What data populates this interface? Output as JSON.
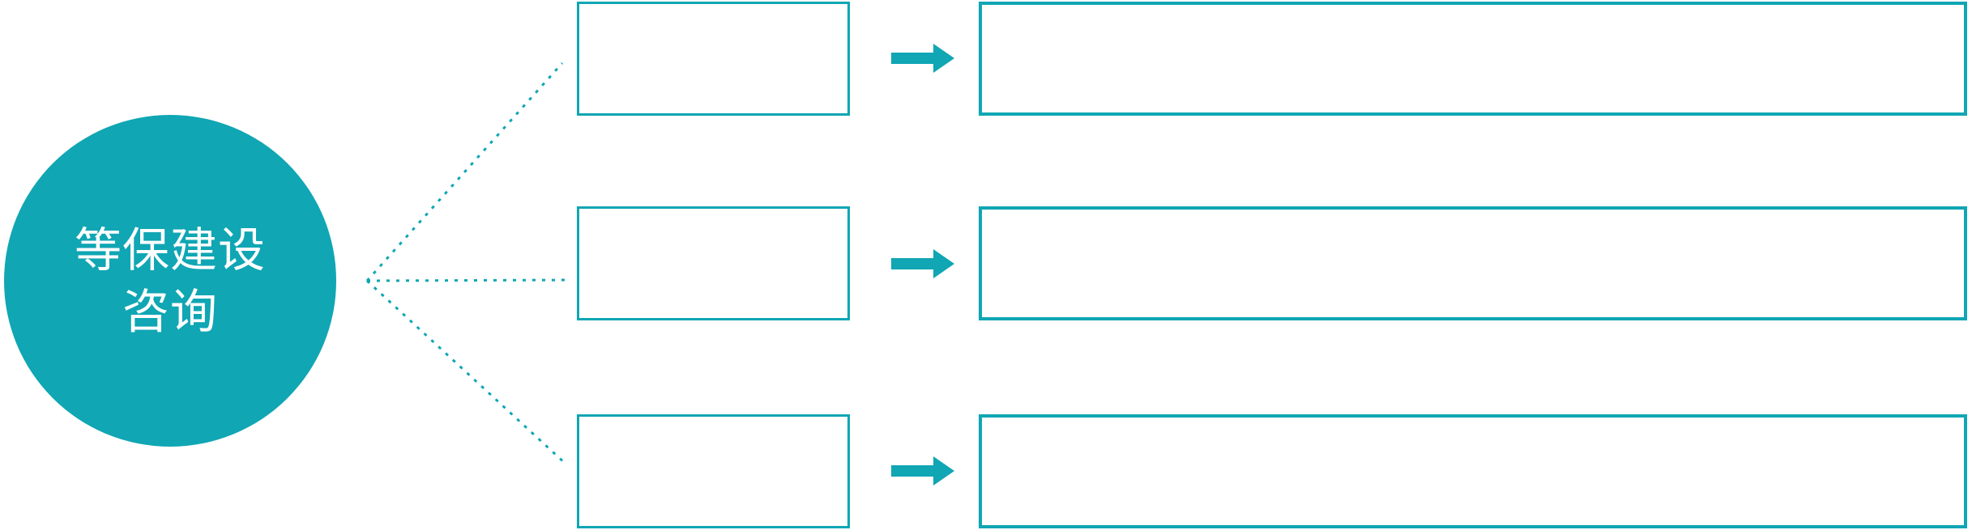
{
  "colors": {
    "accent": "#10a6b4",
    "background": "#ffffff",
    "circle_text": "#ffffff"
  },
  "root": {
    "label_line1": "等保建设",
    "label_line2": "咨询"
  },
  "branches": [
    {
      "box_label": "",
      "detail_label": ""
    },
    {
      "box_label": "",
      "detail_label": ""
    },
    {
      "box_label": "",
      "detail_label": ""
    }
  ],
  "icons": {
    "arrow": "right-block-arrow",
    "connector": "dotted-line"
  }
}
